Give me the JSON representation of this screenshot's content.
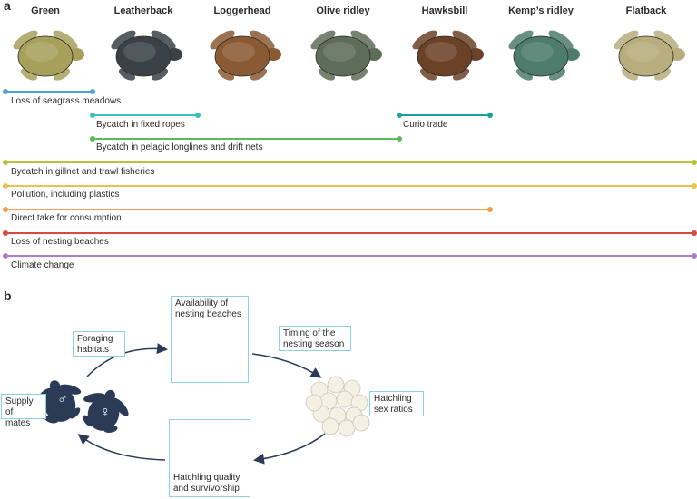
{
  "panel_a": {
    "letter": "a",
    "species": [
      {
        "name": "Green",
        "color": "#a6a05a"
      },
      {
        "name": "Leatherback",
        "color": "#3a4248"
      },
      {
        "name": "Loggerhead",
        "color": "#8a5a34"
      },
      {
        "name": "Olive ridley",
        "color": "#5e6d58"
      },
      {
        "name": "Hawksbill",
        "color": "#6b4228"
      },
      {
        "name": "Kemp’s ridley",
        "color": "#4e7c6c"
      },
      {
        "name": "Flatback",
        "color": "#b7ad7d"
      }
    ],
    "threats": [
      {
        "label": "Loss of seagrass meadows",
        "color": "#4ea3d4",
        "start": "Green",
        "end": "Leatherback"
      },
      {
        "label": "Bycatch in fixed ropes",
        "color": "#3cc0c0",
        "start": "Leatherback",
        "end": "Loggerhead"
      },
      {
        "label": "Curio trade",
        "color": "#19a3a3",
        "start": "Hawksbill",
        "end": "Kemp’s ridley"
      },
      {
        "label": "Bycatch in pelagic longlines and drift nets",
        "color": "#5cb85c",
        "start": "Leatherback",
        "end": "Hawksbill"
      },
      {
        "label": "Bycatch in gillnet and trawl fisheries",
        "color": "#b6c43a",
        "start": "Green",
        "end": "Flatback"
      },
      {
        "label": "Pollution, including plastics",
        "color": "#e8c24a",
        "start": "Green",
        "end": "Flatback"
      },
      {
        "label": "Direct take for consumption",
        "color": "#f0a050",
        "start": "Green",
        "end": "Kemp’s ridley"
      },
      {
        "label": "Loss of nesting beaches",
        "color": "#d94a3a",
        "start": "Green",
        "end": "Flatback"
      },
      {
        "label": "Climate change",
        "color": "#b07cc6",
        "start": "Green",
        "end": "Flatback"
      }
    ]
  },
  "panel_b": {
    "letter": "b",
    "accent_color": "#8fd0e0",
    "turtle_color": "#2b3b55",
    "nesting_beaches": [
      "Availability of",
      "nesting beaches"
    ],
    "nesting_season": [
      "Timing of the",
      "nesting season"
    ],
    "sex_ratios": [
      "Hatchling",
      "sex ratios"
    ],
    "hatchling_quality": [
      "Hatchling quality",
      "and survivorship"
    ],
    "mates": [
      "Supply of",
      "mates"
    ],
    "foraging": [
      "Foraging",
      "habitats"
    ],
    "female_symbol": "♀",
    "male_symbol": "♂"
  }
}
